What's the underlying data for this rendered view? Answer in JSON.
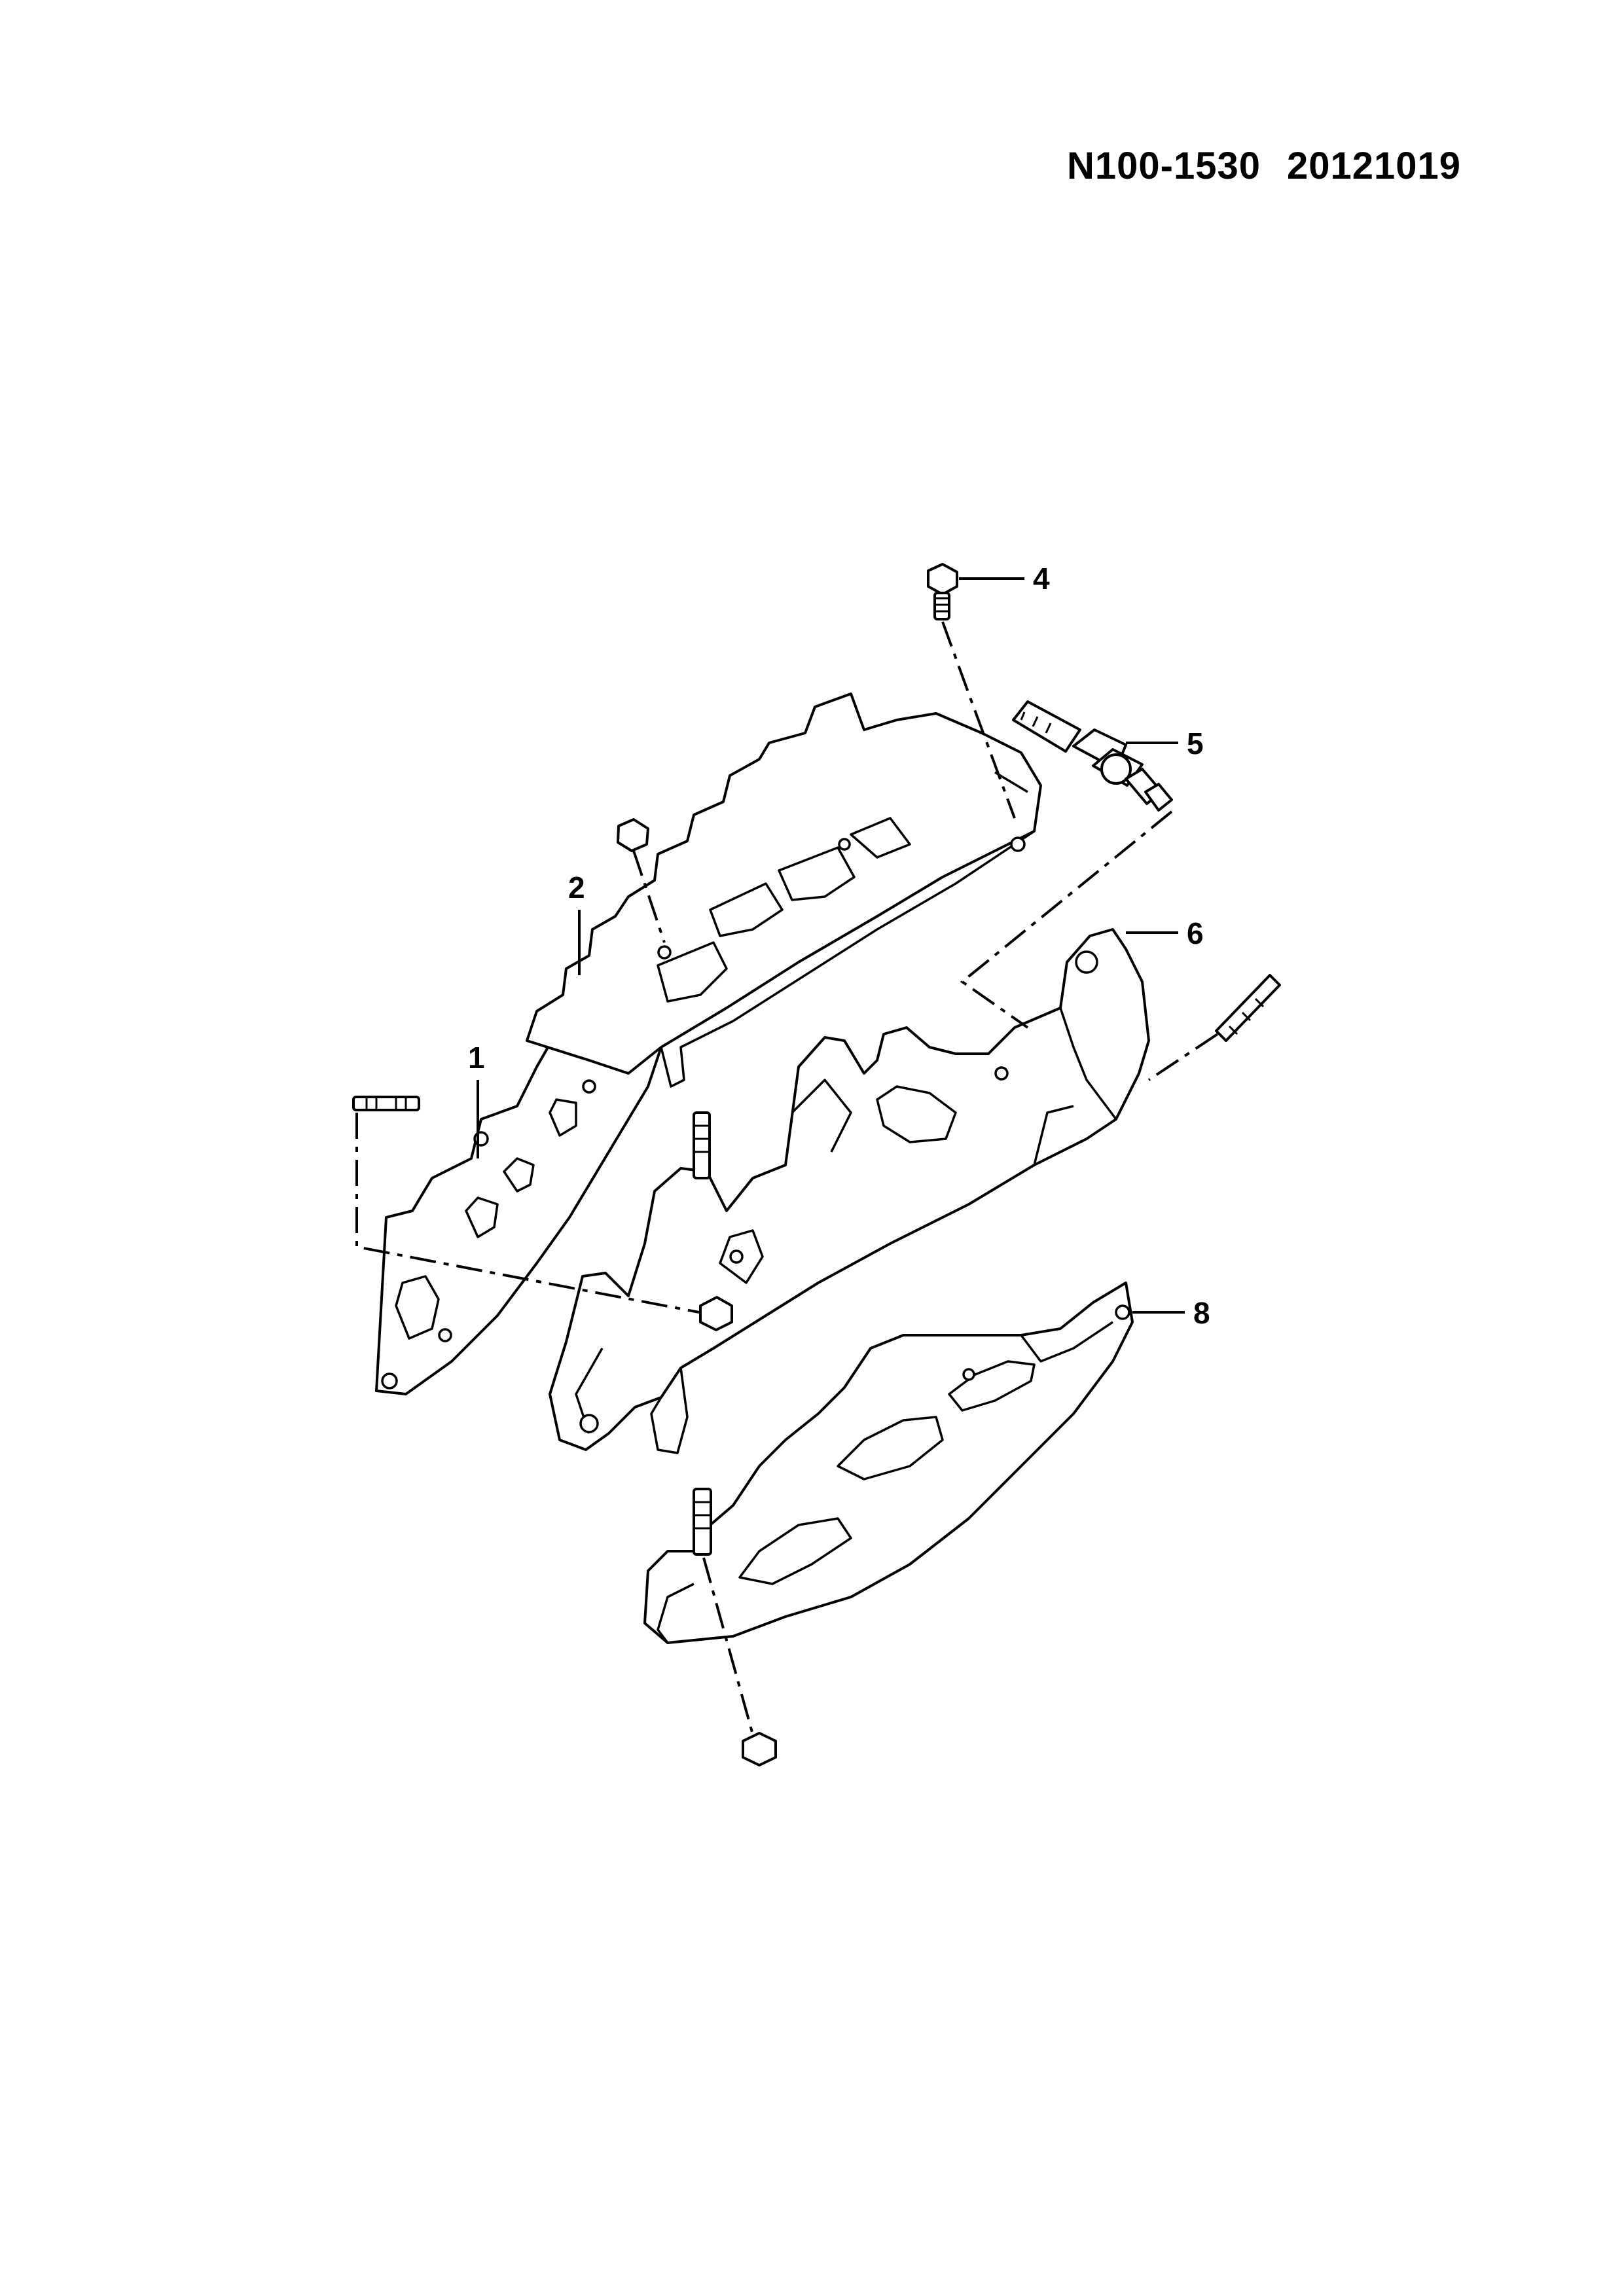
{
  "header": {
    "drawing_number": "N100-1530",
    "date_code": "20121019"
  },
  "callouts": {
    "c1": "1",
    "c2": "2",
    "c4": "4",
    "c5": "5",
    "c6": "6",
    "c8": "8"
  },
  "colors": {
    "line": "#000000",
    "background": "#ffffff"
  }
}
